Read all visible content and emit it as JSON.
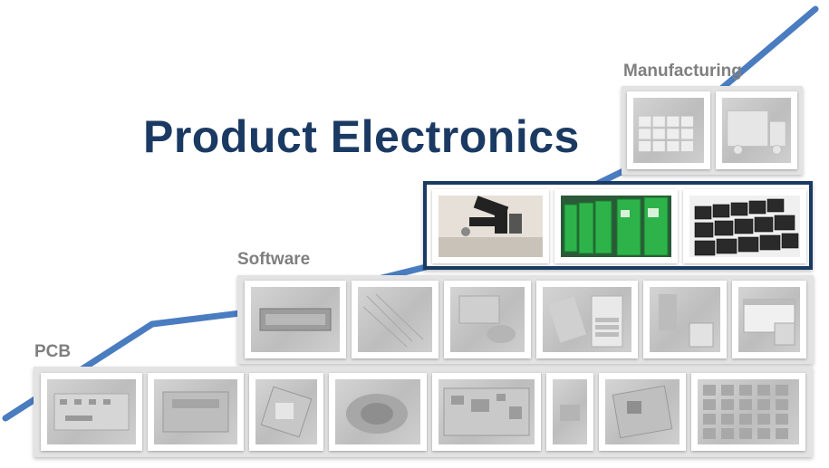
{
  "title": "Product Electronics",
  "tiers": {
    "pcb": {
      "label": "PCB"
    },
    "software": {
      "label": "Software"
    },
    "manufacturing": {
      "label": "Manufacturing"
    }
  },
  "colors": {
    "trend_line": "#4a7cc0",
    "title": "#1b3a63",
    "label": "#7f7f7f",
    "highlight_border": "#1b3a63",
    "kiosk_green": "#2db34a"
  }
}
